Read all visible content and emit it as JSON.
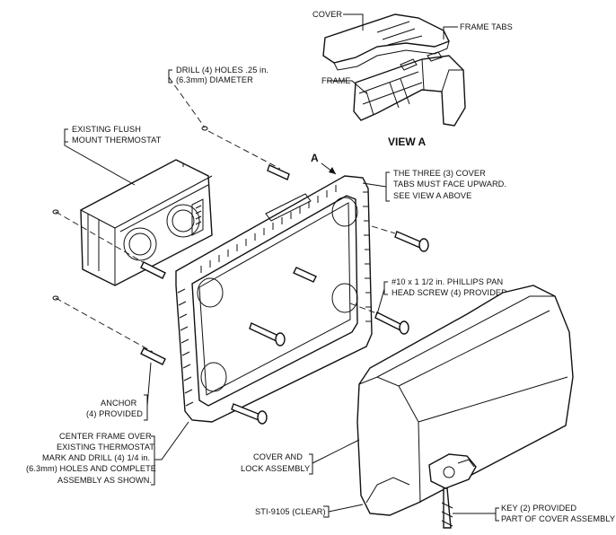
{
  "view_a": {
    "title": "VIEW A",
    "cover_label": "COVER",
    "frame_tabs_label": "FRAME TABS",
    "frame_label": "FRAME"
  },
  "callouts": {
    "drill_holes": [
      "DRILL (4) HOLES .25 in.",
      "(6.3mm) DIAMETER"
    ],
    "existing_thermostat": [
      "EXISTING FLUSH",
      "MOUNT THERMOSTAT"
    ],
    "arrow_a": "A",
    "cover_tabs": [
      "THE THREE (3) COVER",
      "TABS MUST FACE UPWARD.",
      "SEE VIEW A ABOVE"
    ],
    "screw": [
      "#10 x 1 1/2 in. PHILLIPS PAN",
      "HEAD SCREW (4) PROVIDED"
    ],
    "anchor": [
      "ANCHOR",
      "(4) PROVIDED"
    ],
    "center_frame": [
      "CENTER FRAME OVER",
      "EXISTING THERMOSTAT",
      "MARK AND DRILL (4) 1/4 in.",
      "(6.3mm) HOLES AND COMPLETE",
      "ASSEMBLY AS SHOWN."
    ],
    "cover_lock": [
      "COVER AND",
      "LOCK ASSEMBLY"
    ],
    "model": "STI-9105 (CLEAR)",
    "key": [
      "KEY (2) PROVIDED",
      "PART OF COVER ASSEMBLY"
    ]
  }
}
